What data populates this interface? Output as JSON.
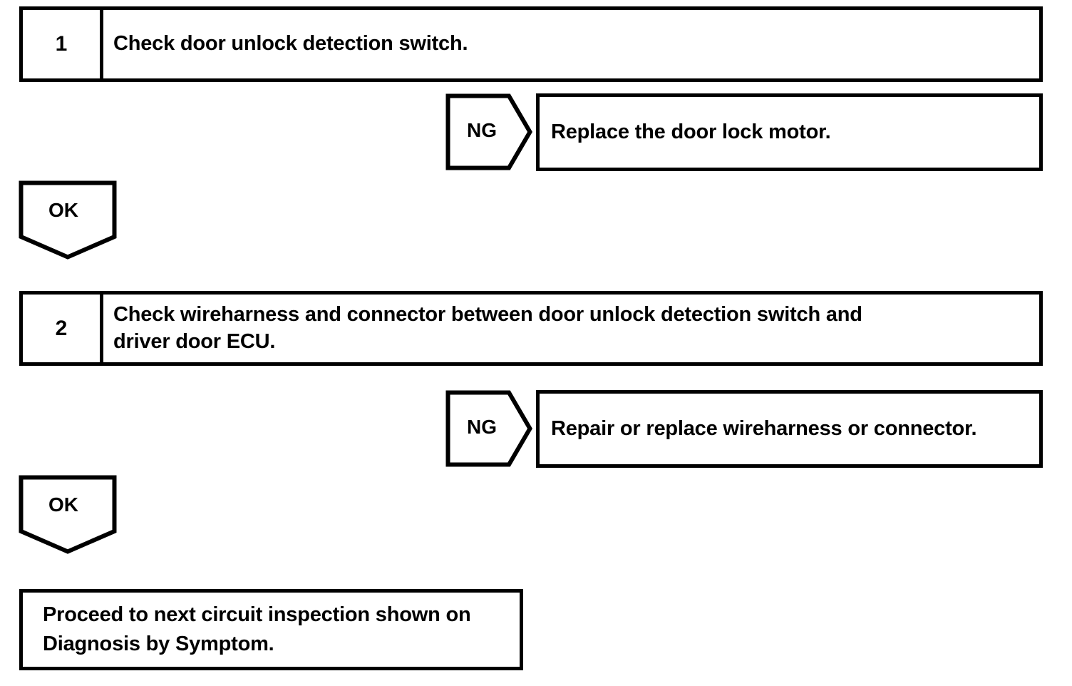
{
  "document": {
    "title": "Circuit inspection flowchart",
    "line_color": "#000000",
    "background_color": "#ffffff"
  },
  "flow": {
    "steps": [
      {
        "number": "1",
        "instruction": "Check door unlock detection switch.",
        "ng_label": "NG",
        "ng_result": "Replace the door lock motor.",
        "ok_label": "OK"
      },
      {
        "number": "2",
        "instruction": "Check wireharness and connector between door unlock detection switch and\ndriver door ECU.",
        "ng_label": "NG",
        "ng_result": "Repair or replace wireharness or connector.",
        "ok_label": "OK"
      }
    ],
    "final": {
      "text": "Proceed to next circuit inspection shown on\nDiagnosis by Symptom."
    }
  }
}
